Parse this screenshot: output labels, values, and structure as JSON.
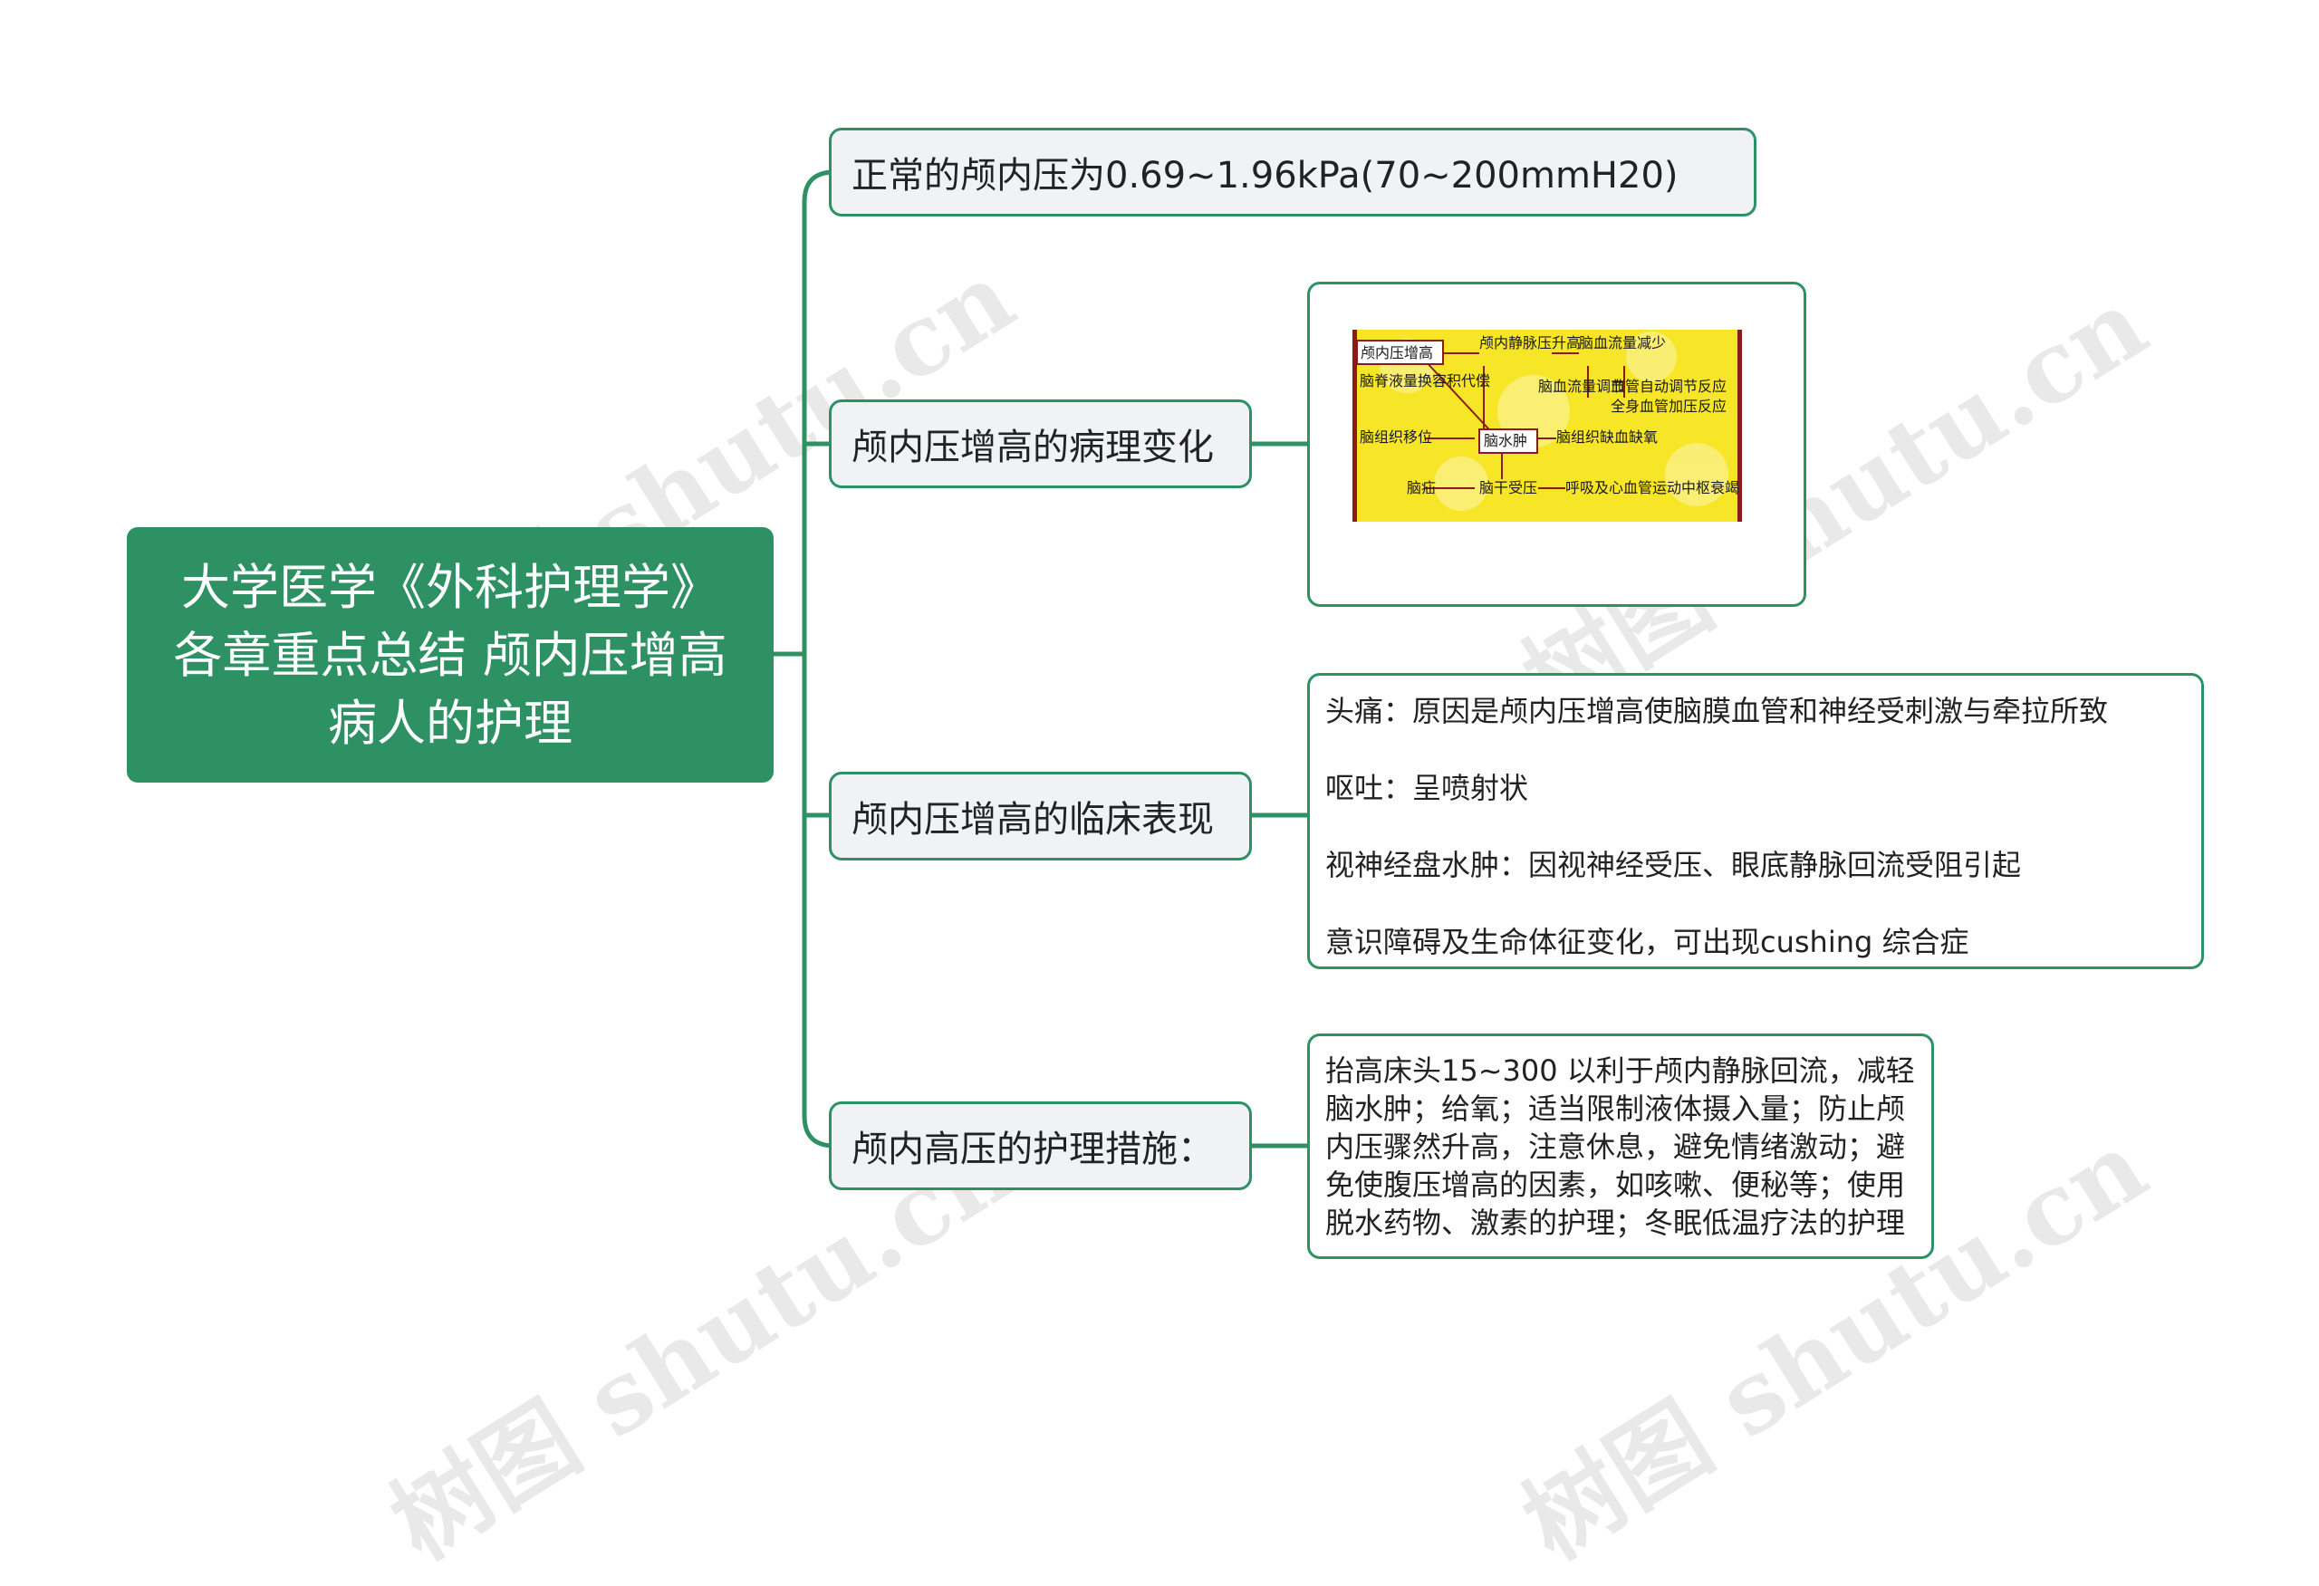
{
  "root": {
    "lines": [
      "大学医学《外科护理学》",
      "各章重点总结 颅内压增高",
      "病人的护理"
    ]
  },
  "branches": [
    {
      "label": "正常的颅内压为0.69~1.96kPa(70~200mmH20)"
    },
    {
      "label": "颅内压增高的病理变化"
    },
    {
      "label": "颅内压增高的临床表现"
    },
    {
      "label": "颅内高压的护理措施："
    }
  ],
  "pathology_image": {
    "labels": {
      "icp": "颅内压增高",
      "venous": "颅内静脉压升高",
      "cbf": "脑血流量减少",
      "csf": "脑脊液量换容积代偿",
      "cbf_reg": "脑血流量调节",
      "auto_reg": "血管自动调节反应",
      "systemic": "全身血管加压反应",
      "shift": "脑组织移位",
      "edema": "脑水肿",
      "ischemia": "脑组织缺血缺氧",
      "hernia": "脑疝",
      "brainstem": "脑干受压",
      "center": "呼吸及心血管运动中枢衰竭"
    }
  },
  "clinical": {
    "items": [
      "头痛：原因是颅内压增高使脑膜血管和神经受刺激与牵拉所致",
      "呕吐：呈喷射状",
      "视神经盘水肿：因视神经受压、眼底静脉回流受阻引起",
      "意识障碍及生命体征变化，可出现cushing 综合症"
    ]
  },
  "nursing": {
    "lines": [
      "抬高床头15~300 以利于颅内静脉回流，减轻",
      "脑水肿；给氧；适当限制液体摄入量；防止颅",
      "内压骤然升高，注意休息，避免情绪激动；避",
      "免使腹压增高的因素，如咳嗽、便秘等；使用",
      "脱水药物、激素的护理；冬眠低温疗法的护理"
    ]
  },
  "watermark": "树图 shutu.cn",
  "colors": {
    "accent": "#2e9163",
    "node_bg": "#f0f2f5",
    "image_bg": "#f7e627"
  }
}
